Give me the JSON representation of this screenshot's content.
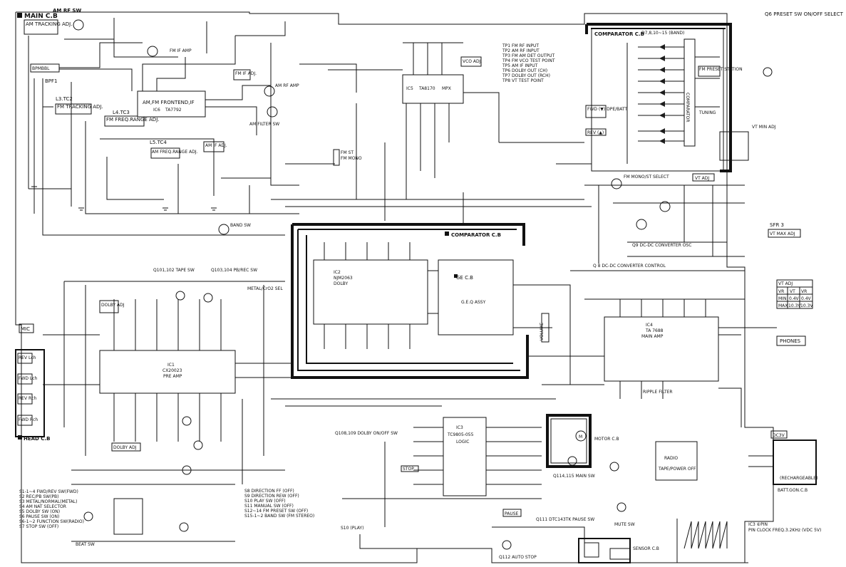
{
  "boards": {
    "main": "MAIN C.B",
    "comparator": "COMPARATOR C.B",
    "comparator2": "COMPARATOR C.B",
    "geq_title": "GE C.B",
    "geq_assy": "G.E.Q ASSY",
    "head": "HEAD C.B",
    "motor": "MOTOR C.B",
    "batt": "BATT.GON.C.B",
    "sensor": "SENSOR C.B"
  },
  "ics": {
    "ic1_name": "IC1",
    "ic1_part": "CX20023",
    "ic1_desc": "PRE AMP",
    "ic2_name": "IC2",
    "ic2_part": "NJM2063",
    "ic2_desc": "DOLBY",
    "ic3_name": "IC3",
    "ic3_part": "TC9805-055",
    "ic3_desc": "LOGIC",
    "ic4_name": "IC4",
    "ic4_part": "TA 7688",
    "ic4_desc": "MAIN AMP",
    "ic5_name": "IC5",
    "ic5_part": "TA8170",
    "ic5_desc": "MPX",
    "ic6_name": "IC6",
    "ic6_part": "TA7792",
    "ic6_desc": "AM,FM FRONTEND,IF"
  },
  "labels": {
    "am_tracking": "AM TRACKING ADJ.",
    "fm_tracking": "FM TRACKING ADJ.",
    "fm_freq_range": "FM FREQ.RANGE ADJ.",
    "am_freq_range": "AM FREQ.RANGE ADJ.",
    "am_if": "AM IF ADJ.",
    "fm_if": "FM IF ADJ.",
    "vco_adj": "VCO ADJ.",
    "am_rf_sw": "AM RF SW",
    "bpf": "BPF1",
    "am_rf_amp": "AM RF AMP",
    "fm_if_amp": "FM IF AMP",
    "am_filter_sw": "AM FILTER SW",
    "band_sw": "BAND SW",
    "tape_sw": "Q101,102 TAPE SW",
    "pb_rec_sw": "Q103,104 PB/REC SW",
    "dolby_adj_l": "DOLBY ADJ",
    "dolby_adj_r": "DOLBY ADJ",
    "dolby_onoff": "Q108,109 DOLBY ON/OFF SW",
    "metal_sel": "METAL/CrO2 SEL",
    "preset": "Q6 PRESET SW ON/OFF SELECT",
    "d7_band": "D7,8,10~15 (BAND)",
    "comparator_ic": "COMPARATOR",
    "fwd_dpe": "FWD (▼) DPE/BATT",
    "rev": "REV (▲)",
    "fm_mono_st": "FM MONO/ST SELECT",
    "vt_adj": "VT ADJ",
    "vt_max": "VT MAX ADJ",
    "sfr3": "SFR 3",
    "dcdc_osc": "Q9 DC-DC CONVERTER OSC",
    "dcdc_ctrl": "Q 8 DC-DC CONVERTER CONTROL",
    "main_sw": "Q114,115 MAIN SW",
    "pause_sw": "Q111 DTC143TK PAUSE SW",
    "auto_stop": "Q112 AUTO STOP",
    "mute_sw": "MUTE SW",
    "beat_sw": "BEAT SW",
    "play": "S10 (PLAY)",
    "pause": "PAUSE",
    "stop": "STOP",
    "ripple": "RIPPLE FILTER",
    "phones": "PHONES",
    "mic": "MIC",
    "dc3v": "DC3V",
    "volume": "VOLUME",
    "rechargeable": "(RECHARGEABLE)",
    "tape_power": "TAPE/POWER OFF",
    "radio": "RADIO",
    "fm_st": "FM ST",
    "fm_mono": "FM MONO",
    "fm_preset_station": "FM PRESET STATION",
    "tuning": "TUNING",
    "vt_min": "VT MIN ADJ",
    "ic3_pin_note": "IC3 ⑥PIN",
    "ic3_pin_note2": "PIN CLOCK FREQ.3.2KHz (VDC 5V)",
    "vt_adj_table_title": "VT ADJ",
    "vt_table": {
      "head": [
        "VR",
        "VT",
        "VR"
      ],
      "rows": [
        [
          "MIN",
          "0.4V",
          "0.4V"
        ],
        [
          "MAX",
          "10.3V",
          "10.3V"
        ]
      ]
    },
    "head_rows": [
      "REV Lch",
      "FWD Lch",
      "REV Rch",
      "FWD Rch"
    ],
    "legend": [
      "S1-1~4  FWD/REV SW(FWD)",
      "S2      REC/PB SW(PB)",
      "S3      METAL/NORMAL(METAL)",
      "S4      AM NAT SELECTOR",
      "S5      DOLBY SW (ON)",
      "S6      PAUSE SW (ON)",
      "S6-1~2  FUNCTION SW(RADIO)",
      "S7      STOP SW (OFF)"
    ],
    "legend2": [
      "S8      DIRECTION FF (OFF)",
      "S9      DIRECTION REW (OFF)",
      "S10     PLAY SW (OFF)",
      "S11     MANUAL SW (OFF)",
      "S12~14  FM PRESET SW (OFF)",
      "S15-1~2 BAND SW (FM STEREO)"
    ],
    "tp_list": [
      "TP1  FM RF INPUT",
      "TP2  AM RF INPUT",
      "TP3  FM AM DET OUTPUT",
      "TP4  FM VCO TEST POINT",
      "TP5  AM IF INPUT",
      "TP6  DOLBY OUT (CH)",
      "TP7  DOLBY OUT (RCH)",
      "TP8  VT TEST POINT"
    ]
  }
}
